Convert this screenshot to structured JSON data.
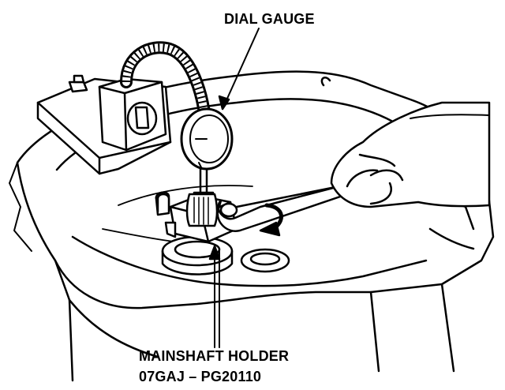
{
  "labels": {
    "dial_gauge": "DIAL GAUGE",
    "holder_line1": "MAINSHAFT HOLDER",
    "holder_line2": "07GAJ – PG20110"
  },
  "colors": {
    "ink": "#000000",
    "paper": "#ffffff"
  }
}
